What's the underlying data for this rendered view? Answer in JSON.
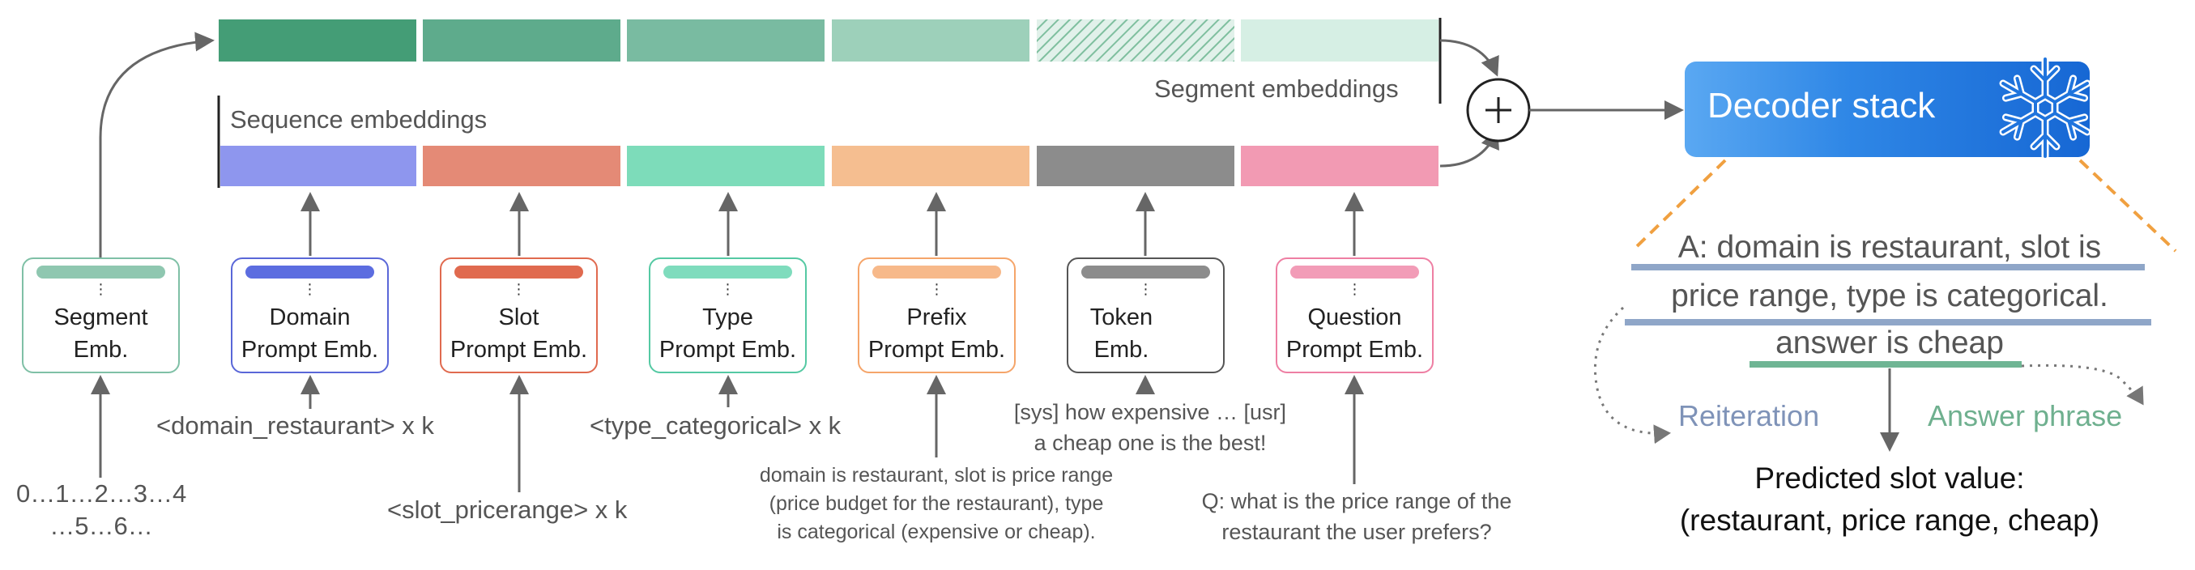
{
  "diagram": {
    "segment_embeddings_label": "Segment embeddings",
    "sequence_embeddings_label": "Sequence embeddings",
    "plus_symbol": "+",
    "decoder_label": "Decoder stack",
    "boxes": [
      {
        "id": "segment",
        "line1": "Segment",
        "line2": "Emb.",
        "color": "#7fc0a6",
        "bar": "#8fc7b0"
      },
      {
        "id": "domain",
        "line1": "Domain",
        "line2": "Prompt Emb.",
        "color": "#5a67d8",
        "bar": "#5c6de0"
      },
      {
        "id": "slot",
        "line1": "Slot",
        "line2": "Prompt Emb.",
        "color": "#e06a4f",
        "bar": "#e06a4f"
      },
      {
        "id": "type",
        "line1": "Type",
        "line2": "Prompt Emb.",
        "color": "#55c9a3",
        "bar": "#7fdcbd"
      },
      {
        "id": "prefix",
        "line1": "Prefix",
        "line2": "Prompt Emb.",
        "color": "#f5a56a",
        "bar": "#f7b98a"
      },
      {
        "id": "token",
        "line1": "Token",
        "line2": "Emb.",
        "color": "#555555",
        "bar": "#8c8c8c"
      },
      {
        "id": "question",
        "line1": "Question",
        "line2": "Prompt Emb.",
        "color": "#ee7fa3",
        "bar": "#f29cb7"
      }
    ],
    "dots": "⋮",
    "inputs": {
      "segment_ids_line1": "0…1…2…3…4",
      "segment_ids_line2": "…5…6…",
      "domain_tokens": "<domain_restaurant> x k",
      "slot_tokens": "<slot_pricerange> x k",
      "type_tokens": "<type_categorical> x k",
      "prefix_line1": "domain is restaurant, slot is price range",
      "prefix_line2": "(price budget for the restaurant), type",
      "prefix_line3": "is categorical (expensive or cheap).",
      "dialog_line1": "[sys] how expensive …  [usr]",
      "dialog_line2": "a cheap one is the best!",
      "question_line1": "Q: what is the price range of the",
      "question_line2": "restaurant the user prefers?"
    },
    "output": {
      "answer_line1": "A: domain is restaurant, slot is",
      "answer_line2": "price range, type is categorical.",
      "answer_line3": "answer is cheap",
      "reiteration_label": "Reiteration",
      "answer_phrase_label": "Answer phrase",
      "predicted_line1": "Predicted slot value:",
      "predicted_line2": "(restaurant, price range, cheap)"
    },
    "colors": {
      "segment_row": [
        "#449d76",
        "#5eab8c",
        "#79bba1",
        "#9dd0ba",
        "#c7e6d8",
        "#d6efe4"
      ],
      "sequence_row": [
        "#8e96ee",
        "#e48a76",
        "#7ddcba",
        "#f5be90",
        "#8c8c8c",
        "#f29ab3"
      ],
      "reiteration_underline": "#8fa6c8",
      "answer_underline": "#6fb594",
      "reiteration_text": "#7f93b8",
      "answer_phrase_text": "#6fb08f",
      "dashed_orange": "#f0a040"
    }
  }
}
